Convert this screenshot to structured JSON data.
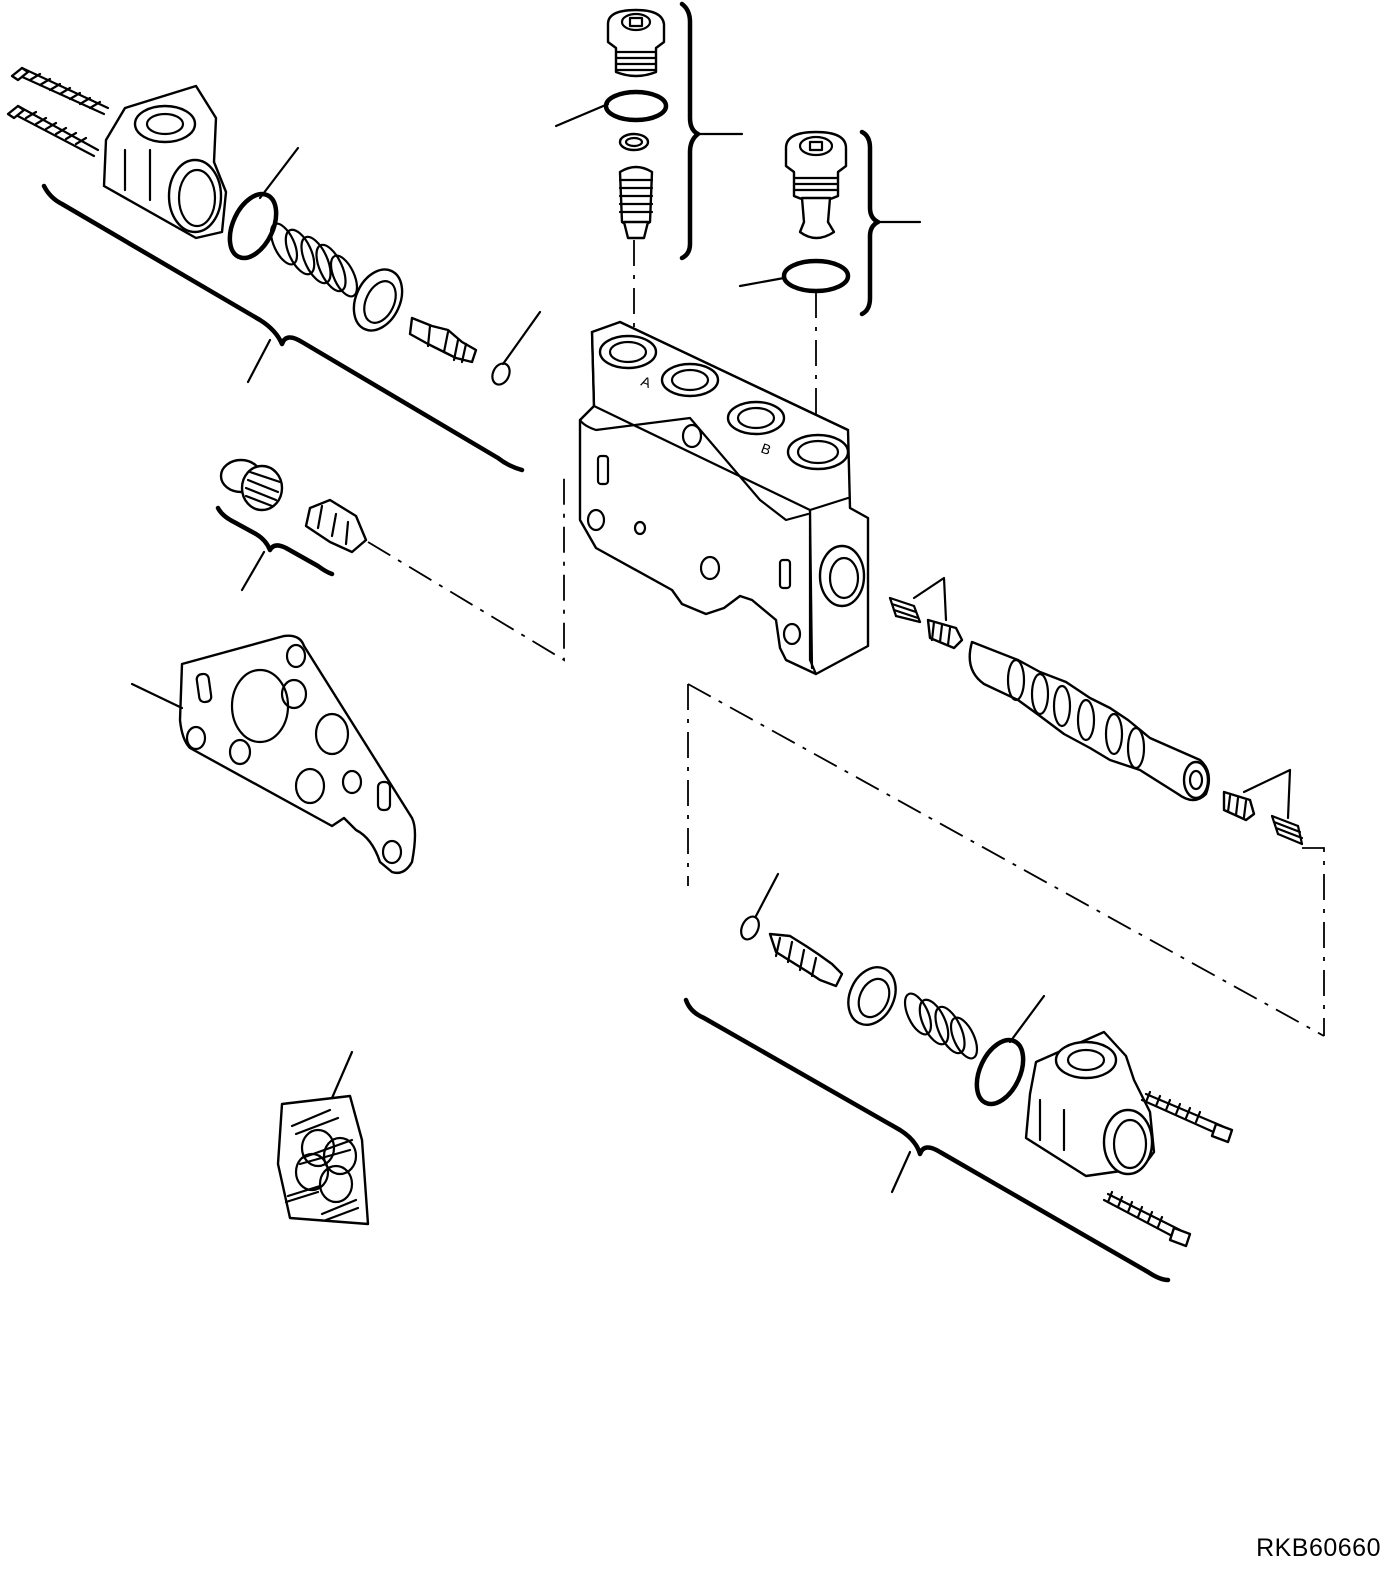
{
  "drawing_id": "RKB60660",
  "port_labels": {
    "a": "A",
    "b": "B"
  }
}
